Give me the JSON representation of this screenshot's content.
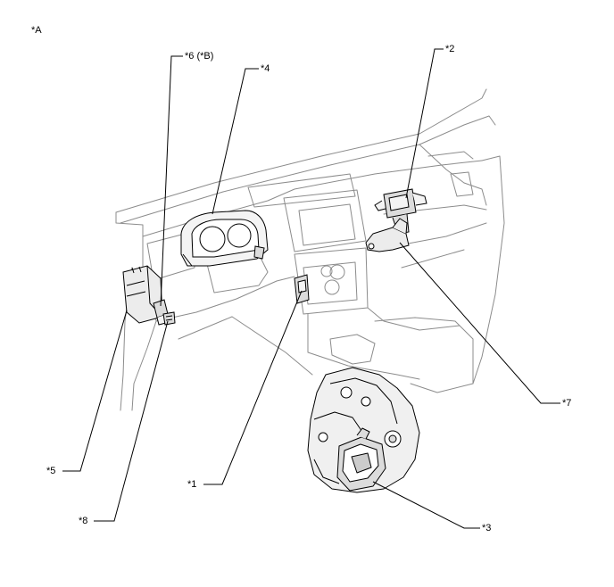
{
  "figure": {
    "view_label": "*A",
    "callouts": {
      "c1": "*1",
      "c2": "*2",
      "c3": "*3",
      "c4": "*4",
      "c5": "*5",
      "c6": "*6 (*B)",
      "c7": "*7",
      "c8": "*8"
    }
  },
  "colors": {
    "line": "#000000",
    "outline_light": "#8c8c8c",
    "fill_light": "#f2f2f2",
    "part_fill": "#dcdcdc"
  }
}
